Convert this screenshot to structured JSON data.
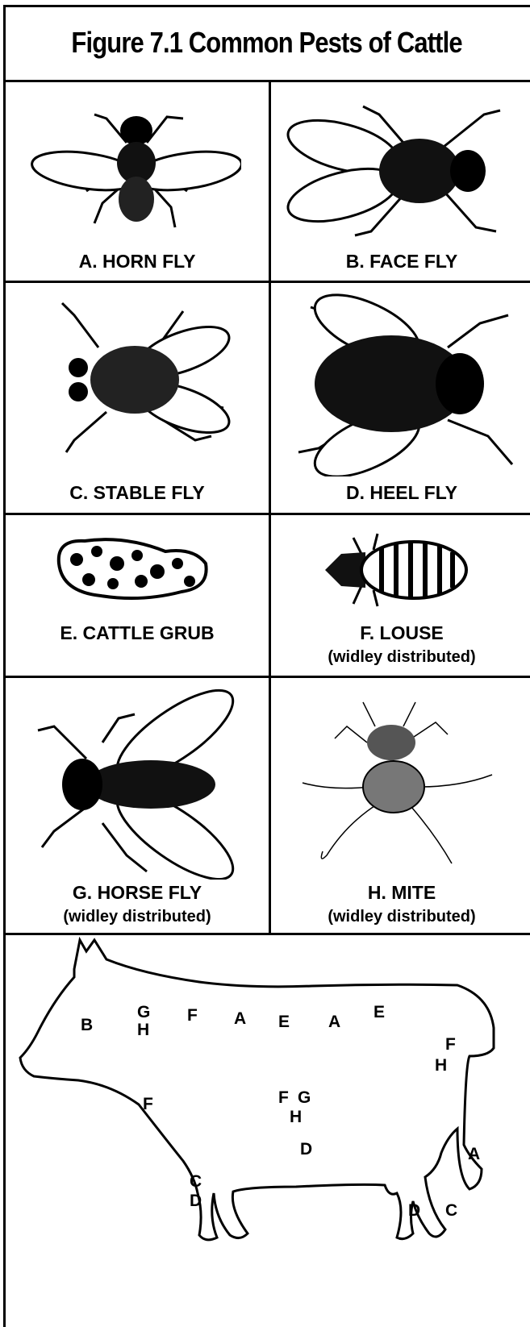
{
  "title": "Figure 7.1 Common Pests of Cattle",
  "pests": [
    {
      "label": "A. HORN FLY",
      "note": "",
      "icon": "horn-fly-icon"
    },
    {
      "label": "B. FACE FLY",
      "note": "",
      "icon": "face-fly-icon"
    },
    {
      "label": "C. STABLE FLY",
      "note": "",
      "icon": "stable-fly-icon"
    },
    {
      "label": "D. HEEL FLY",
      "note": "",
      "icon": "heel-fly-icon"
    },
    {
      "label": "E. CATTLE GRUB",
      "note": "",
      "icon": "cattle-grub-icon"
    },
    {
      "label": "F. LOUSE",
      "note": "(widley distributed)",
      "icon": "louse-icon"
    },
    {
      "label": "G. HORSE FLY",
      "note": "(widley distributed)",
      "icon": "horse-fly-icon"
    },
    {
      "label": "H. MITE",
      "note": "(widley distributed)",
      "icon": "mite-icon"
    }
  ],
  "cow_labels": [
    "B",
    "G",
    "H",
    "F",
    "A",
    "E",
    "A",
    "E",
    "F",
    "H",
    "F",
    "F",
    "G",
    "H",
    "D",
    "A",
    "C",
    "D",
    "D",
    "C"
  ],
  "colors": {
    "line": "#000000",
    "background": "#ffffff"
  }
}
